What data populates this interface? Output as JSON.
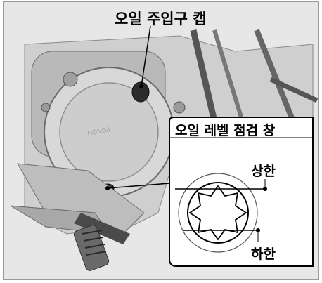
{
  "labels": {
    "oil_filler_cap": "오일 주입구 캡",
    "oil_level_window": "오일 레벨 점검 창",
    "upper_limit": "상한",
    "lower_limit": "하한"
  },
  "colors": {
    "panel_bg": "#e7e7e7",
    "engine_dark": "#3c3c3c",
    "engine_light": "#c8c8c8",
    "callout_bg": "#ffffff",
    "text": "#000000"
  },
  "icons": [
    "engine-illustration",
    "oil-level-window-icon"
  ]
}
